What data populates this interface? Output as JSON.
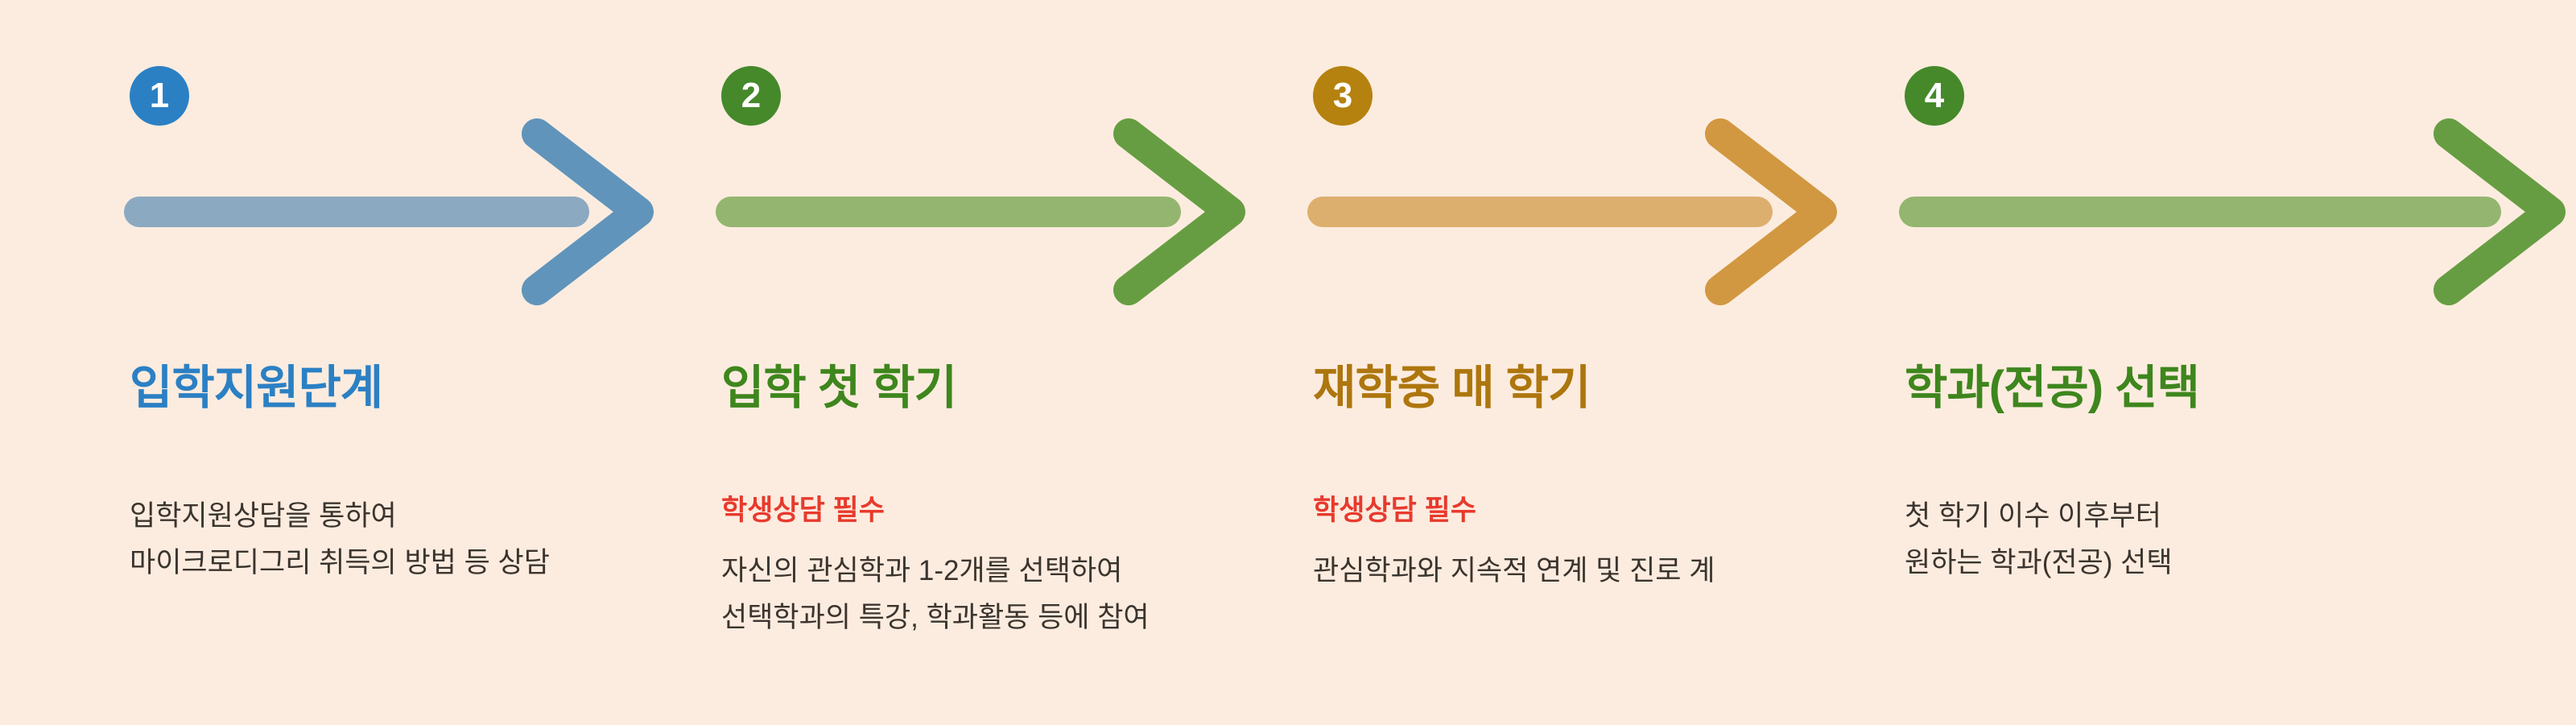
{
  "background_color": "#fcecdf",
  "text_color": "#3b342e",
  "steps": [
    {
      "number": "1",
      "badge_color": "#2b80c4",
      "arrow_shaft_color": "#8db7dd",
      "arrow_head_color": "#61a0d6",
      "title": "입학지원단계",
      "title_color": "#2b80c4",
      "description_lines": [
        "입학지원상담을 통하여",
        "마이크로디그리 취득의 방법 등 상담"
      ]
    },
    {
      "number": "2",
      "badge_color": "#45892b",
      "arrow_shaft_color": "#96c47f",
      "arrow_head_color": "#68aa4b",
      "title": "입학 첫 학기",
      "title_color": "#3e861d",
      "subtitle": "학생상담 필수",
      "subtitle_color": "#e73a2d",
      "description_lines": [
        "자신의 관심학과 1-2개를 선택하여",
        "선택학과의 특강, 학과활동 등에 참여"
      ]
    },
    {
      "number": "3",
      "badge_color": "#b5820f",
      "arrow_shaft_color": "#e0bd7e",
      "arrow_head_color": "#d4a44a",
      "title": "재학중 매 학기",
      "title_color": "#ad760e",
      "subtitle": "학생상담 필수",
      "subtitle_color": "#e73a2d",
      "description_lines": [
        "관심학과와 지속적 연계 및 진로 계"
      ]
    },
    {
      "number": "4",
      "badge_color": "#45892b",
      "arrow_shaft_color": "#96c47f",
      "arrow_head_color": "#68aa4b",
      "title": "학과(전공) 선택",
      "title_color": "#3e861d",
      "description_lines": [
        "첫 학기 이수 이후부터",
        "원하는 학과(전공) 선택"
      ]
    }
  ]
}
